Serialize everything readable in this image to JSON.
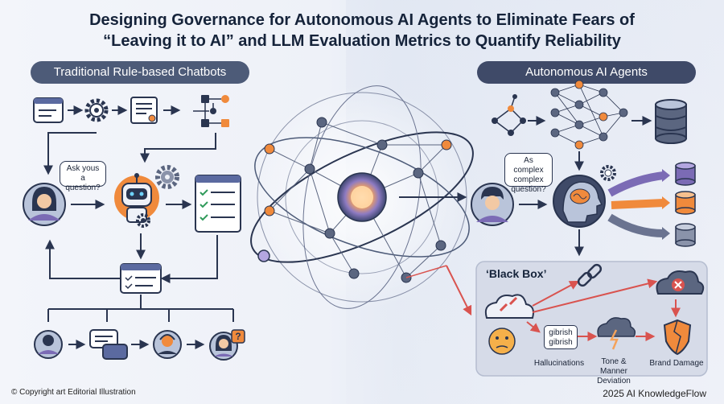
{
  "title": {
    "line1": "Designing Governance for Autonomous AI Agents to Eliminate Fears of",
    "line2": "“Leaving it to AI” and LLM Evaluation Metrics to Quantify Reliability"
  },
  "left_panel": {
    "heading": "Traditional Rule-based Chatbots",
    "bubble_text": "Ask yous a question?"
  },
  "right_panel": {
    "heading": "Autonomous AI Agents",
    "bubble_text": "As complex complex question?",
    "black_box": {
      "title": "‘Black Box’",
      "gibberish_text": "gibrish gibrish",
      "labels": {
        "hallucinations": "Hallucinations",
        "tone": "Tone & Manner Deviation",
        "brand": "Brand Damage"
      }
    }
  },
  "footer": {
    "left": "© Copyright art Editorial Illustration",
    "right": "2025 AI KnowledgeFlow"
  },
  "colors": {
    "navy": "#2a3550",
    "pill": "#4d5b78",
    "orange": "#f08a3c",
    "purple": "#7b6bb5",
    "red": "#d9534f",
    "accent_glow": "#f5a25a"
  }
}
